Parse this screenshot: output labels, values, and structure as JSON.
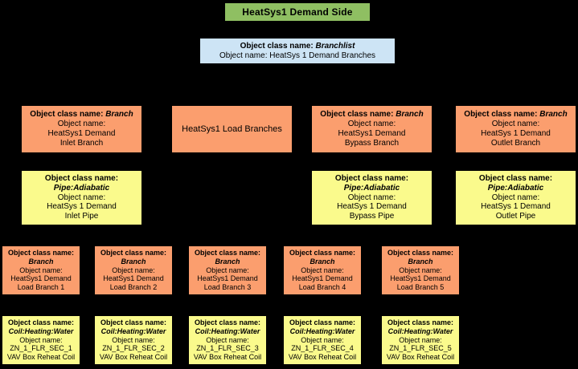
{
  "page": {
    "title": "HeatSys1 Demand Side",
    "background_color": "#000000"
  },
  "colors": {
    "title_green": "#8FBF62",
    "branchlist_blue": "#CDE4F5",
    "branch_orange": "#FB9E6E",
    "pipe_yellow": "#FAFA8C",
    "border": "#000000"
  },
  "title_box": {
    "label": "HeatSys1 Demand Side"
  },
  "branchlist_box": {
    "class_label": "Object class name:",
    "class_value": "Branchlist",
    "name_label": "Object name:",
    "name_value": "HeatSys 1 Demand Branches"
  },
  "branch_row": [
    {
      "class_label": "Object class name:",
      "class_value": "Branch",
      "name_label": "Object name:",
      "name_line1": "HeatSys1 Demand",
      "name_line2": "Inlet Branch"
    },
    {
      "class_label": "Object class name:",
      "class_value": "Branch",
      "name_label": "Object name:",
      "name_line1": "HeatSys1 Demand",
      "name_line2": "Bypass Branch"
    },
    {
      "class_label": "Object class name:",
      "class_value": "Branch",
      "name_label": "Object name:",
      "name_line1": "HeatSys 1 Demand",
      "name_line2": "Outlet Branch"
    }
  ],
  "load_branches_box": {
    "label": "HeatSys1 Load Branches"
  },
  "pipe_row": [
    {
      "class_label": "Object class name:",
      "class_value": "Pipe:Adiabatic",
      "name_label": "Object name:",
      "name_line1": "HeatSys 1 Demand",
      "name_line2": "Inlet Pipe"
    },
    {
      "class_label": "Object class name:",
      "class_value": "Pipe:Adiabatic",
      "name_label": "Object name:",
      "name_line1": "HeatSys 1 Demand",
      "name_line2": "Bypass Pipe"
    },
    {
      "class_label": "Object class name:",
      "class_value": "Pipe:Adiabatic",
      "name_label": "Object name:",
      "name_line1": "HeatSys 1 Demand",
      "name_line2": "Outlet Pipe"
    }
  ],
  "load_branch_row": [
    {
      "class_label": "Object class name:",
      "class_value": "Branch",
      "name_label": "Object name:",
      "name_line1": "HeatSys1 Demand",
      "name_line2": "Load Branch 1"
    },
    {
      "class_label": "Object class name:",
      "class_value": "Branch",
      "name_label": "Object name:",
      "name_line1": "HeatSys1 Demand",
      "name_line2": "Load Branch 2"
    },
    {
      "class_label": "Object class name:",
      "class_value": "Branch",
      "name_label": "Object name:",
      "name_line1": "HeatSys1 Demand",
      "name_line2": "Load Branch 3"
    },
    {
      "class_label": "Object class name:",
      "class_value": "Branch",
      "name_label": "Object name:",
      "name_line1": "HeatSys1 Demand",
      "name_line2": "Load Branch 4"
    },
    {
      "class_label": "Object class name:",
      "class_value": "Branch",
      "name_label": "Object name:",
      "name_line1": "HeatSys1 Demand",
      "name_line2": "Load Branch 5"
    }
  ],
  "coil_row": [
    {
      "class_label": "Object class name:",
      "class_value": "Coil:Heating:Water",
      "name_label": "Object name:",
      "name_line1": "ZN_1_FLR_SEC_1",
      "name_line2": "VAV Box Reheat Coil"
    },
    {
      "class_label": "Object class name:",
      "class_value": "Coil:Heating:Water",
      "name_label": "Object name:",
      "name_line1": "ZN_1_FLR_SEC_2",
      "name_line2": "VAV Box Reheat Coil"
    },
    {
      "class_label": "Object class name:",
      "class_value": "Coil:Heating:Water",
      "name_label": "Object name:",
      "name_line1": "ZN_1_FLR_SEC_3",
      "name_line2": "VAV Box Reheat Coil"
    },
    {
      "class_label": "Object class name:",
      "class_value": "Coil:Heating:Water",
      "name_label": "Object name:",
      "name_line1": "ZN_1_FLR_SEC_4",
      "name_line2": "VAV Box Reheat Coil"
    },
    {
      "class_label": "Object class name:",
      "class_value": "Coil:Heating:Water",
      "name_label": "Object name:",
      "name_line1": "ZN_1_FLR_SEC_5",
      "name_line2": "VAV Box Reheat Coil"
    }
  ]
}
